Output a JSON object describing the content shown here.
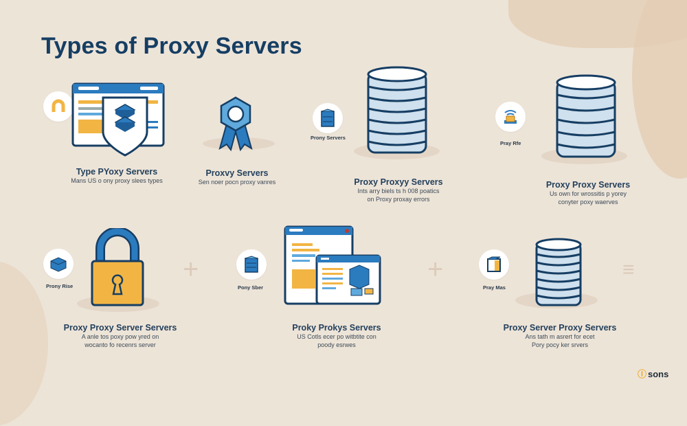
{
  "title": "Types of Proxy Servers",
  "cards": [
    {
      "heading": "Type PYoxy Servers",
      "desc": [
        "Mans US o ony proxy slees types"
      ],
      "icon": "browser-shield-icon",
      "badge": {
        "icon": "magnet-icon",
        "label": ""
      }
    },
    {
      "heading": "Proxvy Servers",
      "desc": [
        "Sen noer pocn proxy vanres"
      ],
      "icon": "ribbon-award-icon"
    },
    {
      "heading": "Proxy Proxyy Servers",
      "desc": [
        "Ints arry biels ts h 008 poatics",
        "on Proxy proxay errors"
      ],
      "icon": "database-icon",
      "badge": {
        "icon": "server-icon",
        "label": "Prony Servers"
      }
    },
    {
      "heading": "Proxy Proxy Servers",
      "desc": [
        "Us own for wrossitis p yorey",
        "conyter poxy waerves"
      ],
      "icon": "database-icon",
      "badge": {
        "icon": "wifi-box-icon",
        "label": "Pray Rfe"
      }
    },
    {
      "heading": "Proxy Proxy Server Servers",
      "desc": [
        "A anle tos poxy pow yred on",
        "wocanto fo recenrs server"
      ],
      "icon": "padlock-icon",
      "badge": {
        "icon": "cube-icon",
        "label": "Prony Rise"
      }
    },
    {
      "heading": "Proky Prokys Servers",
      "desc": [
        "US Cotls ecer po witbtite con",
        "poody esrwes"
      ],
      "icon": "browser-windows-icon",
      "badge": {
        "icon": "server-icon",
        "label": "Pony Sber"
      }
    },
    {
      "heading": "Proxy Server Proxy Servers",
      "desc": [
        "Ans tath m asrert for ecet",
        "Pory pocy ker srvers"
      ],
      "icon": "database-icon",
      "badge": {
        "icon": "book-icon",
        "label": "Pray Mas"
      }
    }
  ],
  "logo": {
    "text": "sons",
    "mark": "Ⓘ"
  },
  "colors": {
    "navy": "#163e63",
    "blue": "#2b7bbf",
    "light_blue": "#5fa9dd",
    "orange": "#f2b544",
    "bg": "#ede4d8"
  }
}
